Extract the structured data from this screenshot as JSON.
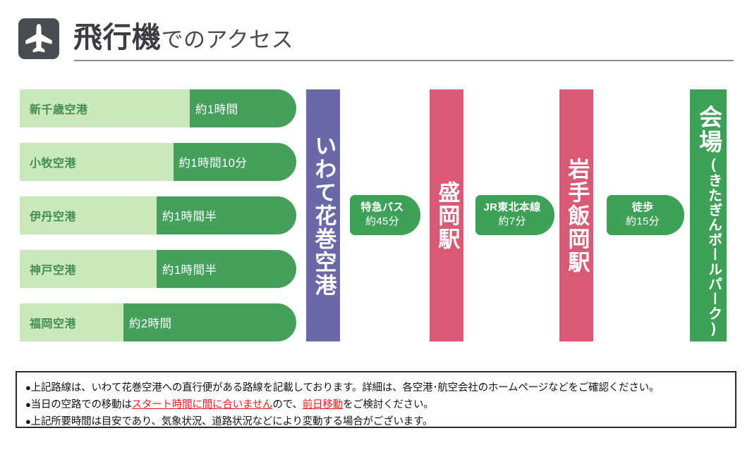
{
  "header": {
    "icon": "airplane-icon",
    "title_main": "飛行機",
    "title_sub": "でのアクセス"
  },
  "colors": {
    "bar_track": "#cbe7bc",
    "bar_fill": "#45a05c",
    "bar_label_text": "#3f8c54",
    "airport_node": "#6b68a8",
    "station_node": "#d85a74",
    "venue_node": "#3fa057",
    "badge": "#3fa057",
    "header_icon_bg": "#4b4b52",
    "warning_text": "#e8191b"
  },
  "flights": {
    "items": [
      {
        "airport": "新千歳空港",
        "duration": "約1時間",
        "fill_ratio": 0.385
      },
      {
        "airport": "小牧空港",
        "duration": "約1時間10分",
        "fill_ratio": 0.445
      },
      {
        "airport": "伊丹空港",
        "duration": "約1時間半",
        "fill_ratio": 0.505
      },
      {
        "airport": "神戸空港",
        "duration": "約1時間半",
        "fill_ratio": 0.505
      },
      {
        "airport": "福岡空港",
        "duration": "約2時間",
        "fill_ratio": 0.625
      }
    ]
  },
  "route": {
    "nodes": [
      {
        "id": "iwate-hanamaki-airport",
        "label": "いわて花巻空港",
        "sub": "",
        "type": "airport"
      },
      {
        "id": "morioka-station",
        "label": "盛岡駅",
        "sub": "",
        "type": "station"
      },
      {
        "id": "iwate-iioka-station",
        "label": "岩手飯岡駅",
        "sub": "",
        "type": "station"
      },
      {
        "id": "venue",
        "label": "会場",
        "sub": "(きたぎんボールパーク)",
        "type": "venue"
      }
    ],
    "legs": [
      {
        "id": "leg-bus",
        "mode": "特急バス",
        "time": "約45分"
      },
      {
        "id": "leg-train",
        "mode": "JR東北本線",
        "time": "約7分"
      },
      {
        "id": "leg-walk",
        "mode": "徒歩",
        "time": "約15分"
      }
    ]
  },
  "notes": {
    "bullet": "●",
    "lines": [
      {
        "id": "note-direct-flights",
        "segments": [
          {
            "text": "上記路線は、いわて花巻空港への直行便がある路線を記載しております。詳細は、各空港･航空会社のホームページなどをご確認ください。",
            "warn": false
          }
        ]
      },
      {
        "id": "note-same-day-travel",
        "segments": [
          {
            "text": "当日の空路での移動は",
            "warn": false
          },
          {
            "text": "スタート時間に間に合いません",
            "warn": true
          },
          {
            "text": "ので、",
            "warn": false
          },
          {
            "text": "前日移動",
            "warn": true
          },
          {
            "text": "をご検討ください。",
            "warn": false
          }
        ]
      },
      {
        "id": "note-estimate",
        "segments": [
          {
            "text": "上記所要時間は目安であり、気象状況、道路状況などにより変動する場合がございます。",
            "warn": false
          }
        ]
      }
    ]
  }
}
